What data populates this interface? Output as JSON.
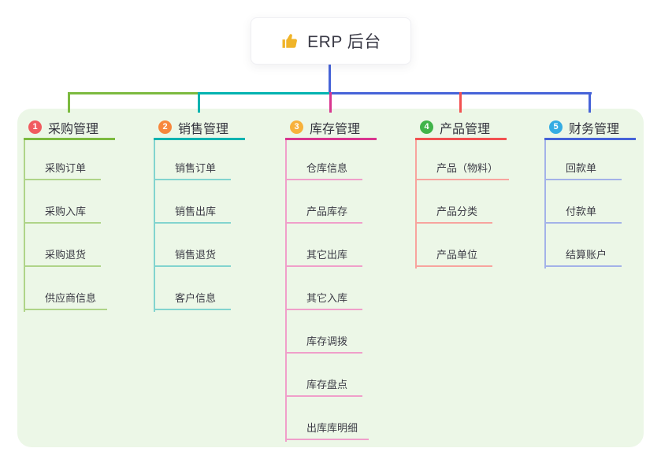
{
  "root": {
    "label": "ERP 后台",
    "icon": "thumbs-up-icon",
    "icon_color": "#F0B429",
    "line_color": "#4663D8"
  },
  "panel": {
    "background": "#ECF7E7"
  },
  "branches": [
    {
      "num": "1",
      "label": "采购管理",
      "badge_color": "#F15B5F",
      "line_color": "#7CBA3F",
      "child_line_color": "#AFD488",
      "children": [
        "采购订单",
        "采购入库",
        "采购退货",
        "供应商信息"
      ]
    },
    {
      "num": "2",
      "label": "销售管理",
      "badge_color": "#F7873C",
      "line_color": "#00B3B0",
      "child_line_color": "#82D4CF",
      "children": [
        "销售订单",
        "销售出库",
        "销售退货",
        "客户信息"
      ]
    },
    {
      "num": "3",
      "label": "库存管理",
      "badge_color": "#F7B13B",
      "line_color": "#D8368F",
      "child_line_color": "#F09FCA",
      "children": [
        "仓库信息",
        "产品库存",
        "其它出库",
        "其它入库",
        "库存调拨",
        "库存盘点",
        "出库库明细"
      ]
    },
    {
      "num": "4",
      "label": "产品管理",
      "badge_color": "#41B44A",
      "line_color": "#F25151",
      "child_line_color": "#F8A49E",
      "children": [
        "产品（物料）",
        "产品分类",
        "产品单位"
      ]
    },
    {
      "num": "5",
      "label": "财务管理",
      "badge_color": "#34ACE3",
      "line_color": "#4663D8",
      "child_line_color": "#A3B2E8",
      "children": [
        "回款单",
        "付款单",
        "结算账户"
      ]
    }
  ]
}
